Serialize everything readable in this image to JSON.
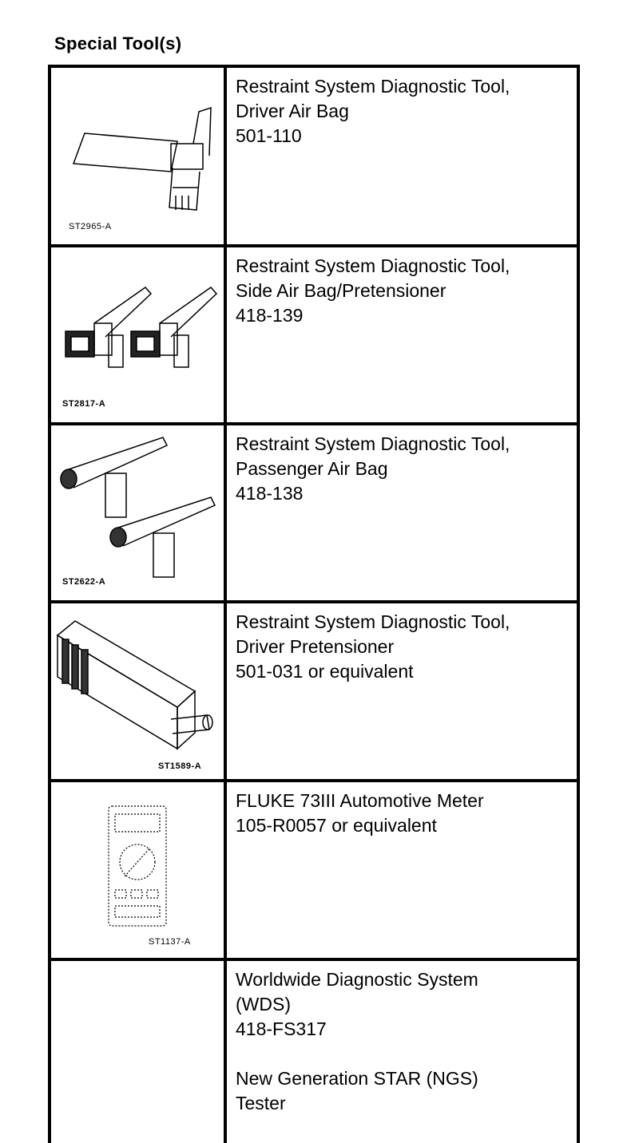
{
  "heading": "Special Tool(s)",
  "tools": [
    {
      "lines": [
        "Restraint System Diagnostic Tool,",
        "Driver Air Bag",
        "501-110"
      ],
      "caption": "ST2965-A",
      "icon": "driver-air-bag-tool-icon"
    },
    {
      "lines": [
        "Restraint System Diagnostic Tool,",
        "Side Air Bag/Pretensioner",
        "418-139"
      ],
      "caption": "ST2817-A",
      "icon": "side-air-bag-tool-icon"
    },
    {
      "lines": [
        "Restraint System Diagnostic Tool,",
        "Passenger Air Bag",
        "418-138"
      ],
      "caption": "ST2622-A",
      "icon": "passenger-air-bag-tool-icon"
    },
    {
      "lines": [
        "Restraint System Diagnostic Tool,",
        "Driver Pretensioner",
        "501-031 or equivalent"
      ],
      "caption": "ST1589-A",
      "icon": "driver-pretensioner-tool-icon"
    },
    {
      "lines": [
        "FLUKE 73III Automotive Meter",
        "105-R0057 or equivalent"
      ],
      "caption": "ST1137-A",
      "icon": "multimeter-icon"
    },
    {
      "lines": [
        "Worldwide Diagnostic System",
        "(WDS)",
        "418-FS317",
        "",
        "New Generation STAR (NGS)",
        "Tester"
      ]
    }
  ]
}
